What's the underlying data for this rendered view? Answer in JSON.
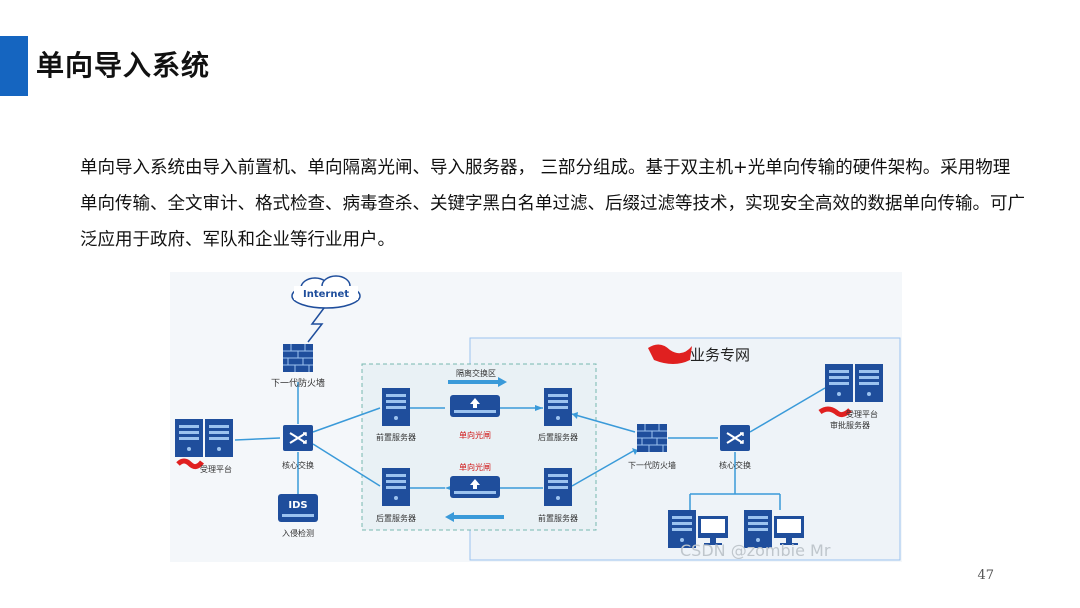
{
  "slide": {
    "title": "单向导入系统",
    "body": "单向导入系统由导入前置机、单向隔离光闸、导入服务器， 三部分组成。基于双主机+光单向传输的硬件架构。采用物理单向传输、全文审计、格式检查、病毒查杀、关键字黑白名单过滤、后缀过滤等技术，实现安全高效的数据单向传输。可广泛应用于政府、军队和企业等行业用户。",
    "page_number": "47"
  },
  "diagram": {
    "internet": "Internet",
    "firewall_left": "下一代防火墙",
    "core_switch_left": "核心交换",
    "ids_badge": "IDS",
    "ids_label": "入侵检测",
    "acceptance_platform": "受理平台",
    "front_server_top": "前置服务器",
    "back_server_bottom_left": "后置服务器",
    "isolation_zone": "隔离交换区",
    "gap_top": "单向光闸",
    "gap_bottom": "单向光闸",
    "back_server_top_right": "后置服务器",
    "front_server_bottom_right": "前置服务器",
    "business_net": "业务专网",
    "firewall_right": "下一代防火墙",
    "core_switch_right": "核心交换",
    "approval_server_1": "受理平台",
    "approval_server_2": "审批服务器",
    "watermark": "CSDN @zombie Mr",
    "colors": {
      "accent": "#1565c0",
      "device": "#1f4e9c",
      "link": "#3a9ad9",
      "redact": "#e02020"
    }
  }
}
